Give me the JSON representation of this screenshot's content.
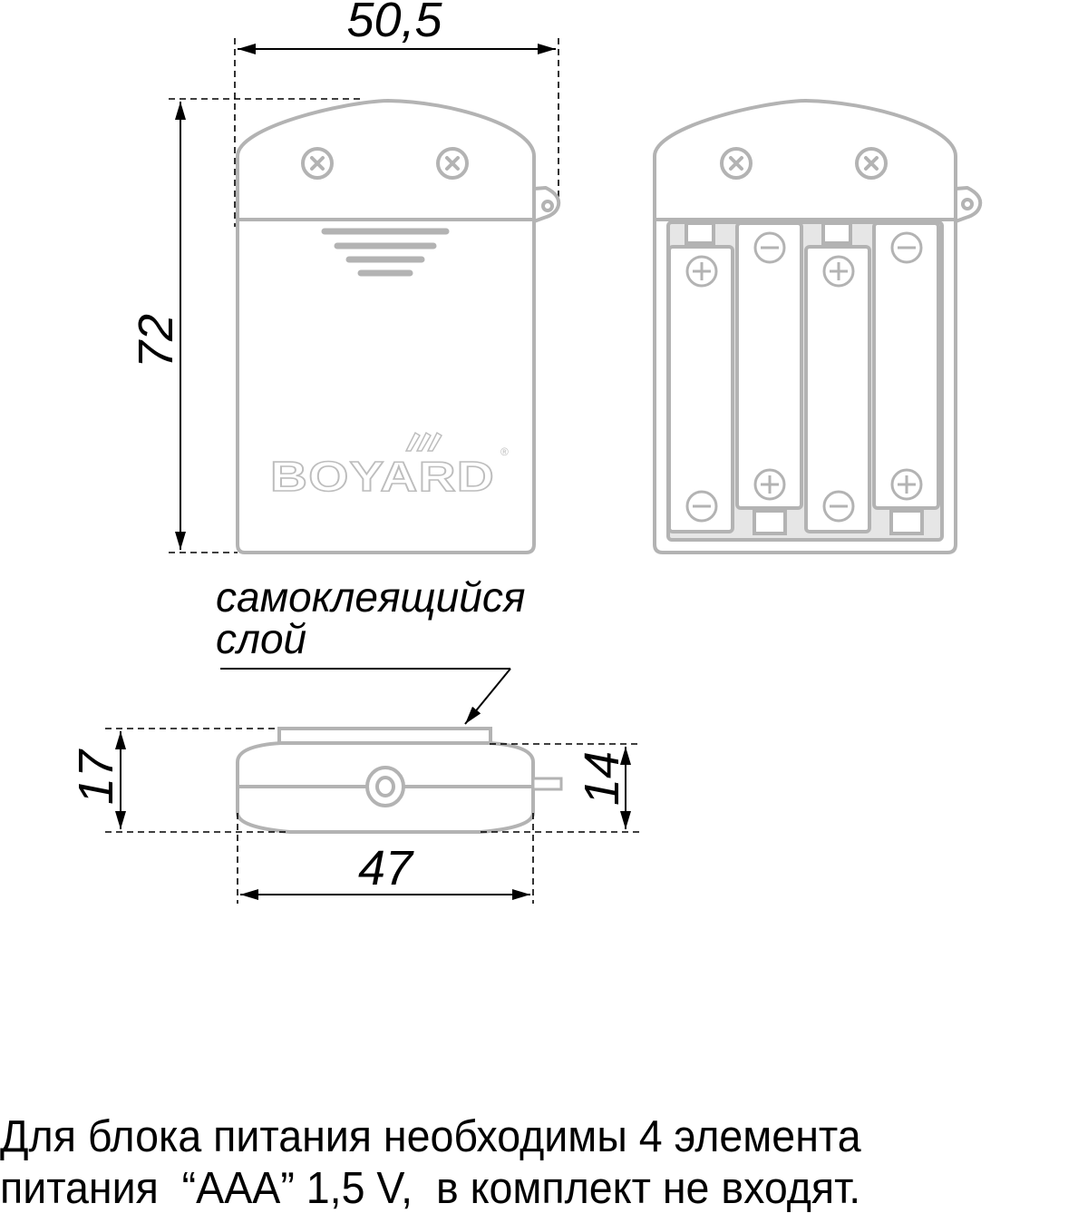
{
  "drawing": {
    "front_view": {
      "width_dimension": "50,5",
      "height_dimension": "72",
      "logo": "BOYARD",
      "logo_mark": "®"
    },
    "open_view": {
      "batteries": [
        {
          "top": "+",
          "bottom": "−"
        },
        {
          "top": "−",
          "bottom": "+"
        },
        {
          "top": "+",
          "bottom": "−"
        },
        {
          "top": "−",
          "bottom": "+"
        }
      ]
    },
    "side_view": {
      "label_line1": "самоклеящийся",
      "label_line2": "слой",
      "total_height_dimension": "17",
      "body_height_dimension": "14",
      "width_dimension": "47"
    }
  },
  "note": {
    "line1": "Для блока питания необходимы 4 элемента",
    "line2": "питания  “AAA” 1,5 V,  в комплект не входят."
  }
}
